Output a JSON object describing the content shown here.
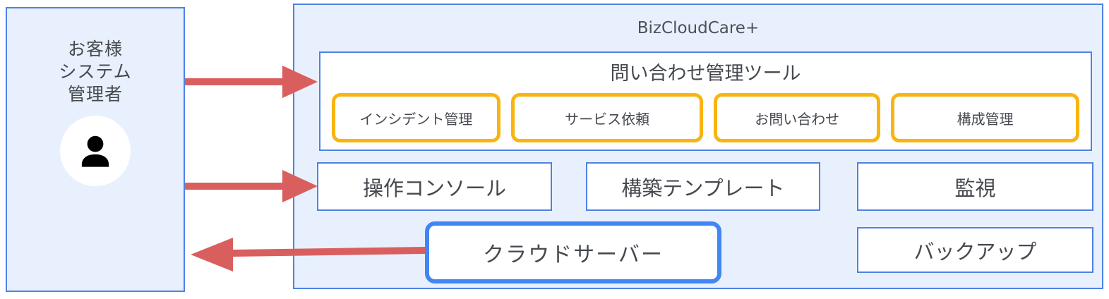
{
  "diagram": {
    "actor": {
      "lines": [
        "お客様",
        "システム",
        "管理者"
      ]
    },
    "platform": {
      "title": "BizCloudCare+",
      "inquiry_tool": {
        "title": "問い合わせ管理ツール",
        "items": [
          {
            "label": "インシデント管理"
          },
          {
            "label": "サービス依頼"
          },
          {
            "label": "お問い合わせ"
          },
          {
            "label": "構成管理"
          }
        ]
      },
      "services": [
        {
          "label": "操作コンソール"
        },
        {
          "label": "構築テンプレート"
        },
        {
          "label": "監視"
        }
      ],
      "cloud_server_label": "クラウドサーバー",
      "backup_label": "バックアップ"
    },
    "arrows": [
      {
        "from": "customer-admin",
        "to": "inquiry-management-tool",
        "direction": "right"
      },
      {
        "from": "customer-admin",
        "to": "operation-console",
        "direction": "right"
      },
      {
        "from": "cloud-server",
        "to": "customer-admin",
        "direction": "left"
      }
    ],
    "colors": {
      "panel_fill": "#e9f0fd",
      "panel_border": "#4d82e4",
      "highlight_border": "#4285f4",
      "accent_orange": "#f8b411",
      "arrow_red": "#d95f5f",
      "text": "#45494f"
    }
  }
}
